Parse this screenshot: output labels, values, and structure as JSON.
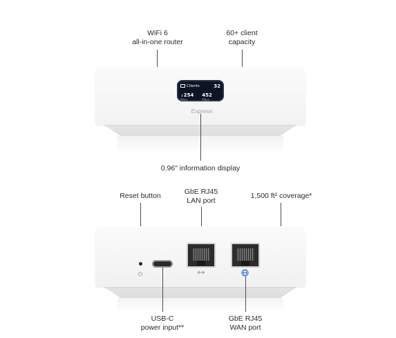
{
  "front": {
    "callouts": {
      "router": [
        "WiFi 6",
        "all-in-one router"
      ],
      "capacity": [
        "60+ client",
        "capacity"
      ],
      "display": "0.96\" information display"
    },
    "screen": {
      "title": "Clients",
      "count": "32",
      "download": "254",
      "download_unit": "Mbps",
      "upload": "452",
      "upload_unit": "Mbps"
    },
    "brand": "Express"
  },
  "back": {
    "callouts": {
      "reset": "Reset button",
      "lan": [
        "GbE RJ45",
        "LAN port"
      ],
      "coverage": "1,500 ft² coverage*",
      "usbc": [
        "USB-C",
        "power input**"
      ],
      "wan": [
        "GbE RJ45",
        "WAN port"
      ]
    }
  },
  "colors": {
    "device_body": "#f5f5f5",
    "screen_bg": "#0d1424",
    "wan_icon": "#2f6fd6",
    "lan_icon": "#9a9a9a"
  },
  "icons": {
    "reset": "power-reset-icon",
    "lan": "lan-arrows-icon",
    "wan": "globe-icon"
  }
}
